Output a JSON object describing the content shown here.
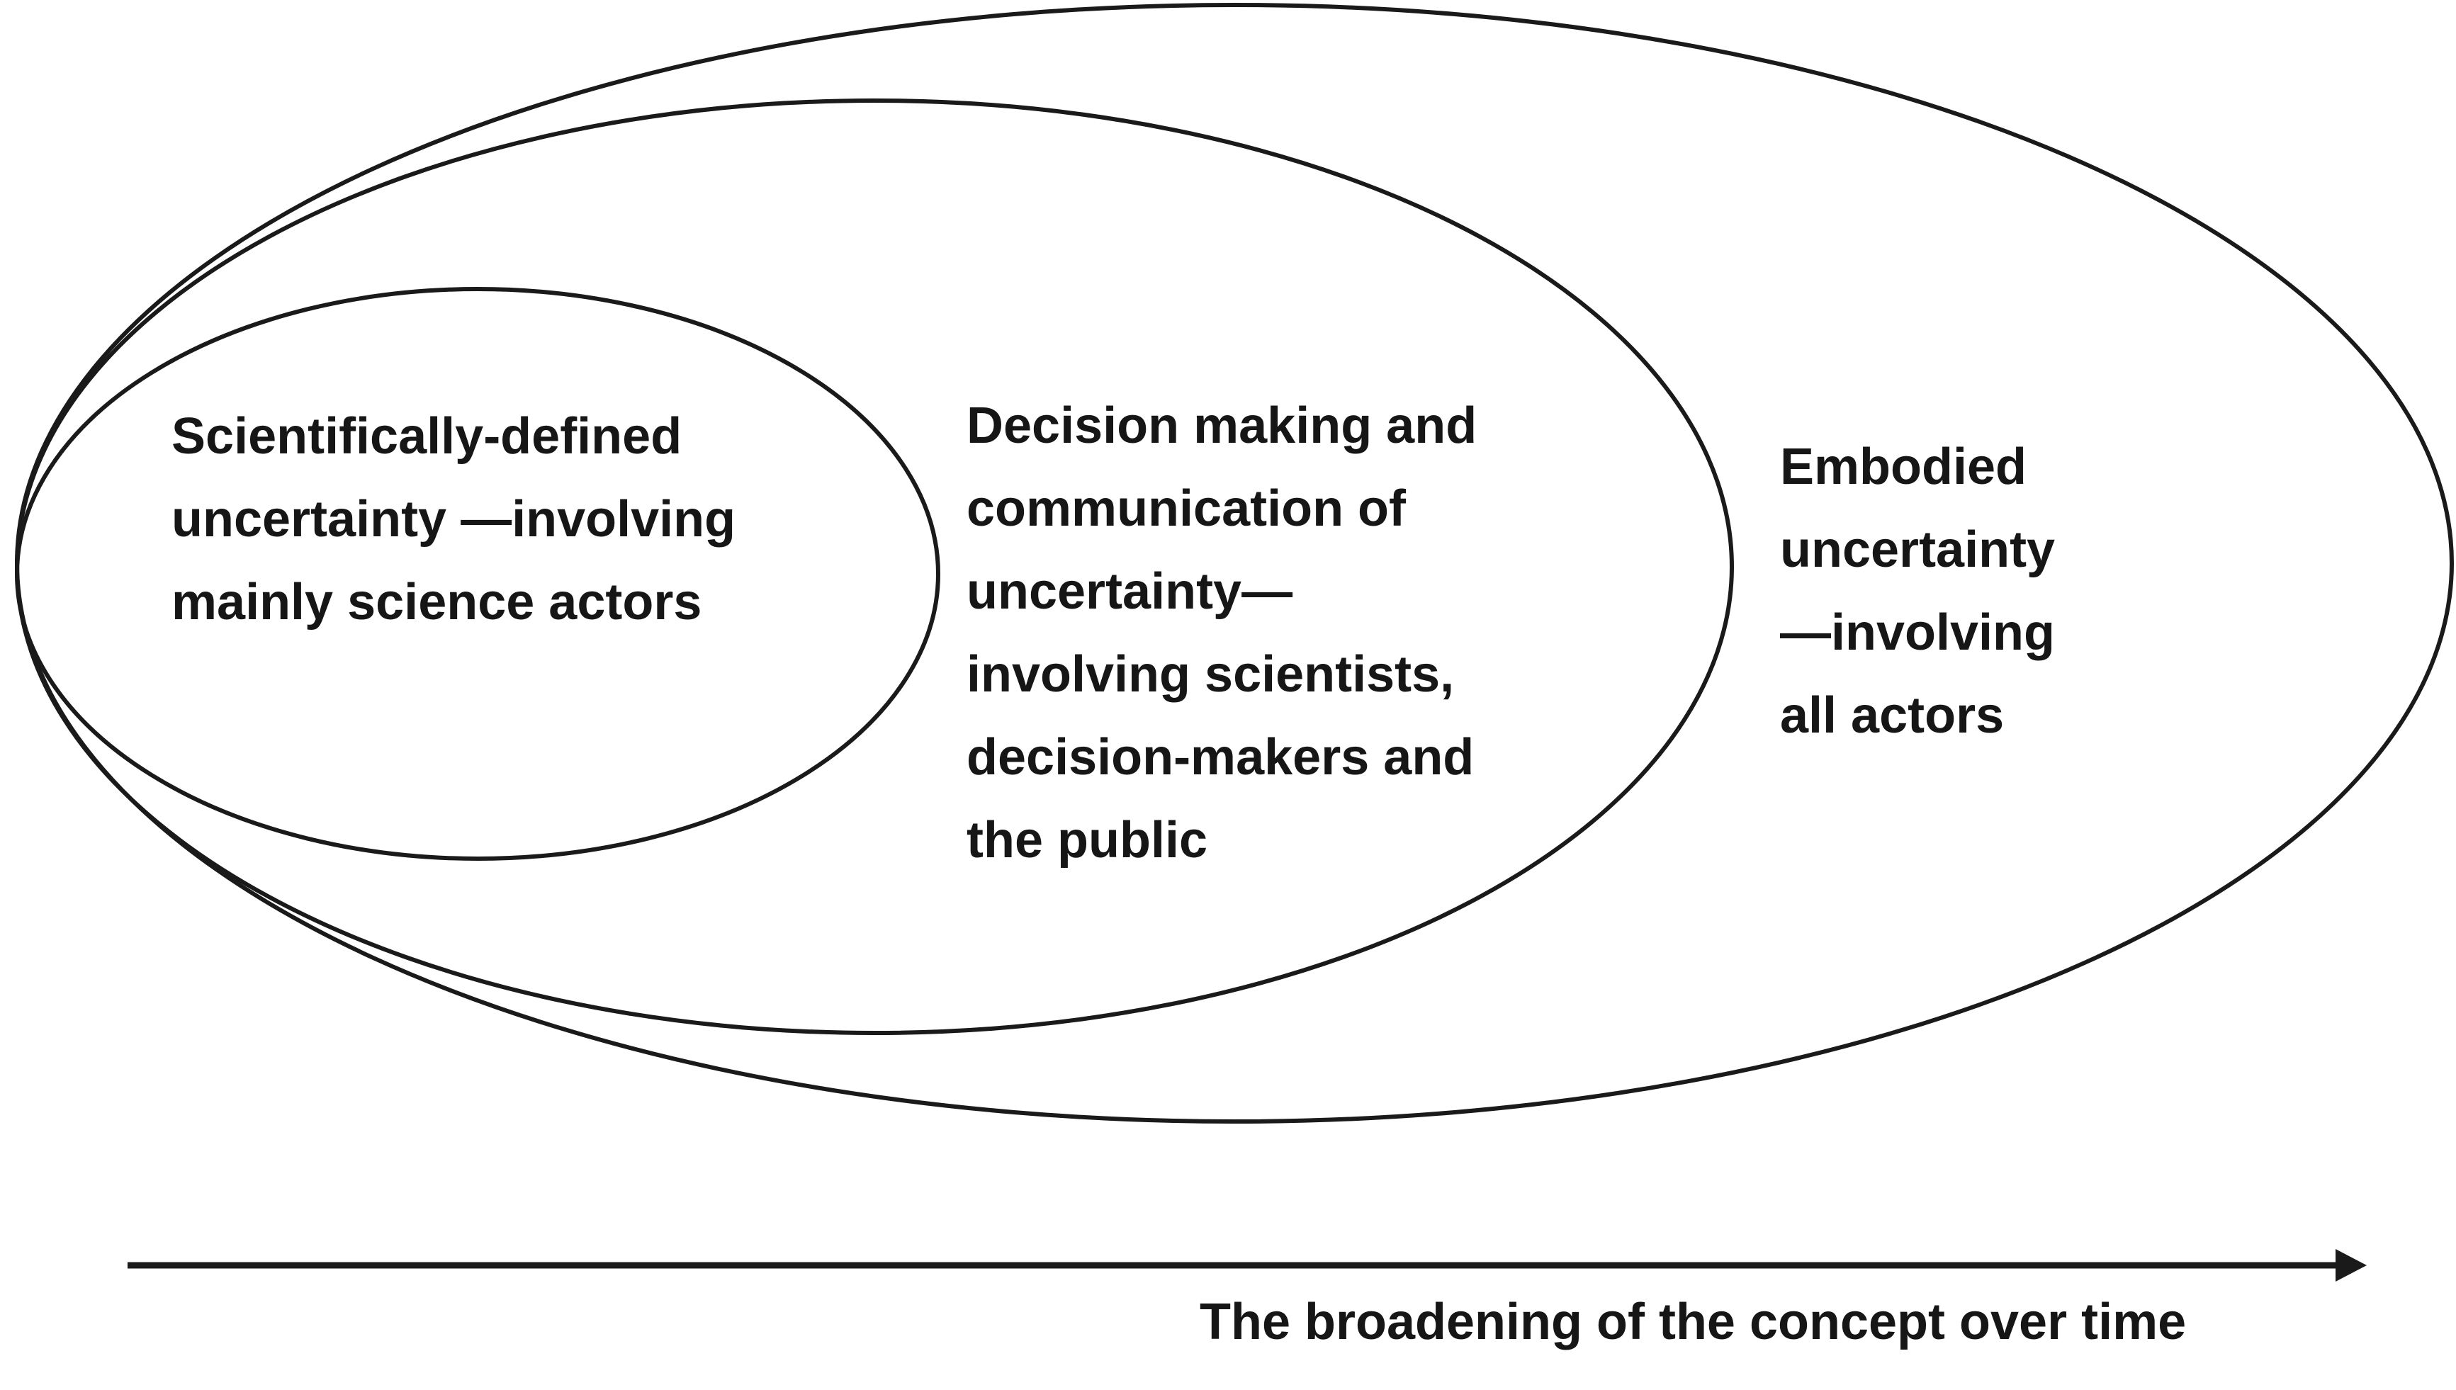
{
  "figure": {
    "background": "#ffffff",
    "stroke_color": "#1a1a1a",
    "text_color": "#161616",
    "rings": [
      {
        "id": "scientific",
        "label": "Scientifically-defined\nuncertainty —involving\nmainly science actors"
      },
      {
        "id": "decision",
        "label": "Decision making and\ncommunication of\nuncertainty—\ninvolving scientists,\ndecision-makers and\nthe public"
      },
      {
        "id": "embodied",
        "label": "Embodied\nuncertainty\n—involving\nall actors"
      }
    ],
    "timeline": {
      "caption": "The broadening of the concept over time",
      "arrow": "right-arrow"
    }
  }
}
